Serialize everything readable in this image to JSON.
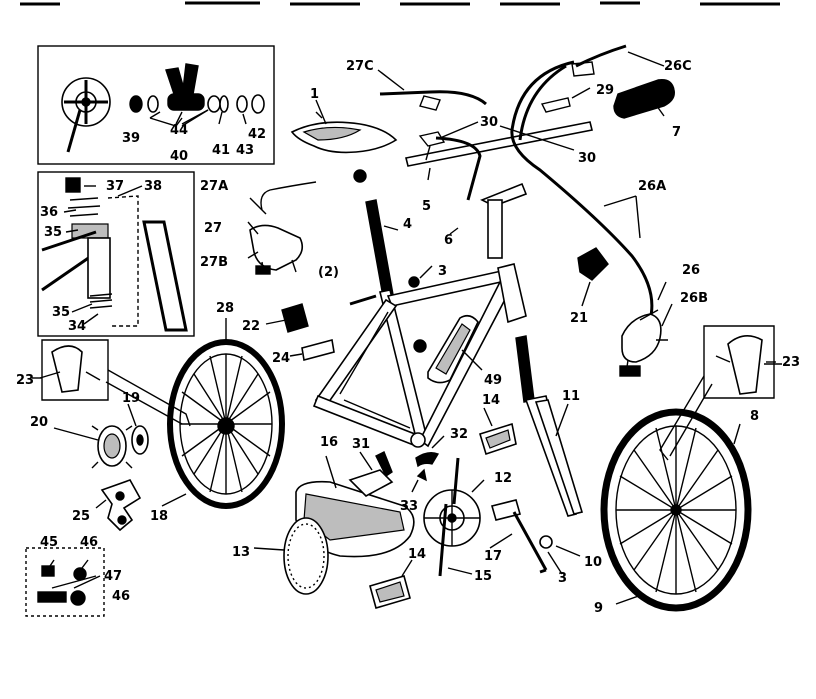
{
  "labels": [
    {
      "id": "1",
      "text": "1"
    },
    {
      "id": "3a",
      "text": "3"
    },
    {
      "id": "3b",
      "text": "3"
    },
    {
      "id": "4",
      "text": "4"
    },
    {
      "id": "5",
      "text": "5"
    },
    {
      "id": "6",
      "text": "6"
    },
    {
      "id": "7",
      "text": "7"
    },
    {
      "id": "8",
      "text": "8"
    },
    {
      "id": "9",
      "text": "9"
    },
    {
      "id": "10",
      "text": "10"
    },
    {
      "id": "11",
      "text": "11"
    },
    {
      "id": "12",
      "text": "12"
    },
    {
      "id": "13",
      "text": "13"
    },
    {
      "id": "14a",
      "text": "14"
    },
    {
      "id": "14b",
      "text": "14"
    },
    {
      "id": "15",
      "text": "15"
    },
    {
      "id": "16",
      "text": "16"
    },
    {
      "id": "17",
      "text": "17"
    },
    {
      "id": "18",
      "text": "18"
    },
    {
      "id": "19",
      "text": "19"
    },
    {
      "id": "20",
      "text": "20"
    },
    {
      "id": "21",
      "text": "21"
    },
    {
      "id": "22",
      "text": "22"
    },
    {
      "id": "23a",
      "text": "23"
    },
    {
      "id": "23b",
      "text": "23"
    },
    {
      "id": "24",
      "text": "24"
    },
    {
      "id": "25",
      "text": "25"
    },
    {
      "id": "26",
      "text": "26"
    },
    {
      "id": "26A",
      "text": "26A"
    },
    {
      "id": "26B",
      "text": "26B"
    },
    {
      "id": "26C",
      "text": "26C"
    },
    {
      "id": "27",
      "text": "27"
    },
    {
      "id": "27A",
      "text": "27A"
    },
    {
      "id": "27B",
      "text": "27B"
    },
    {
      "id": "27C",
      "text": "27C"
    },
    {
      "id": "28",
      "text": "28"
    },
    {
      "id": "29",
      "text": "29"
    },
    {
      "id": "30a",
      "text": "30"
    },
    {
      "id": "30b",
      "text": "30"
    },
    {
      "id": "31",
      "text": "31"
    },
    {
      "id": "32",
      "text": "32"
    },
    {
      "id": "33",
      "text": "33"
    },
    {
      "id": "34",
      "text": "34"
    },
    {
      "id": "35a",
      "text": "35"
    },
    {
      "id": "35b",
      "text": "35"
    },
    {
      "id": "36",
      "text": "36"
    },
    {
      "id": "37",
      "text": "37"
    },
    {
      "id": "38",
      "text": "38"
    },
    {
      "id": "39",
      "text": "39"
    },
    {
      "id": "40",
      "text": "40"
    },
    {
      "id": "41",
      "text": "41"
    },
    {
      "id": "42",
      "text": "42"
    },
    {
      "id": "43",
      "text": "43"
    },
    {
      "id": "44",
      "text": "44"
    },
    {
      "id": "45",
      "text": "45"
    },
    {
      "id": "46a",
      "text": "46"
    },
    {
      "id": "46b",
      "text": "46"
    },
    {
      "id": "47",
      "text": "47"
    },
    {
      "id": "49",
      "text": "49"
    },
    {
      "id": "2",
      "text": "(2)"
    }
  ]
}
